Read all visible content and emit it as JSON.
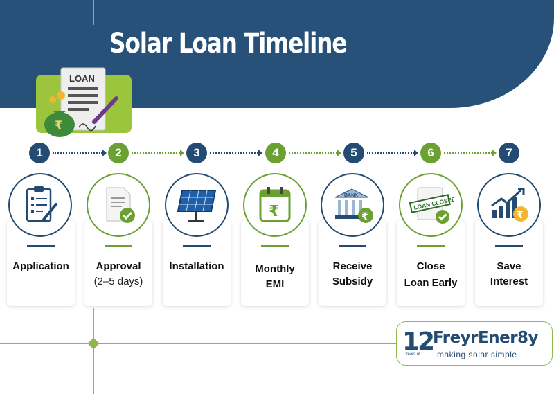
{
  "title": "Solar Loan Timeline",
  "loan_badge": {
    "text": "LOAN",
    "currency": "₹"
  },
  "steps": [
    {
      "number": "1",
      "line1": "Application",
      "line2": "",
      "icon": "clipboard-icon",
      "color": "blue"
    },
    {
      "number": "2",
      "line1": "Approval",
      "line2": "(2–5 days)",
      "icon": "document-check-icon",
      "color": "green"
    },
    {
      "number": "3",
      "line1": "Installation",
      "line2": "",
      "icon": "solar-panel-icon",
      "color": "blue"
    },
    {
      "number": "4",
      "line1": "Monthly",
      "line2": "EMI",
      "icon": "rupee-calendar-icon",
      "color": "green"
    },
    {
      "number": "5",
      "line1": "Receive",
      "line2": "Subsidy",
      "icon": "bank-icon",
      "color": "blue"
    },
    {
      "number": "6",
      "line1": "Close",
      "line2": "Loan Early",
      "icon": "loan-closed-icon",
      "color": "green"
    },
    {
      "number": "7",
      "line1": "Save",
      "line2": "Interest",
      "icon": "growth-chart-icon",
      "color": "blue"
    }
  ],
  "icon_text": {
    "bank": "BANK",
    "loan_closed": "LOAN CLOSED",
    "rupee": "₹"
  },
  "logo": {
    "number": "12",
    "years": "Years of",
    "brand": "FreyrEner8y",
    "tagline": "making solar simple"
  },
  "colors": {
    "navy": "#244b72",
    "green": "#6ba033",
    "lime": "#9bc53d"
  }
}
